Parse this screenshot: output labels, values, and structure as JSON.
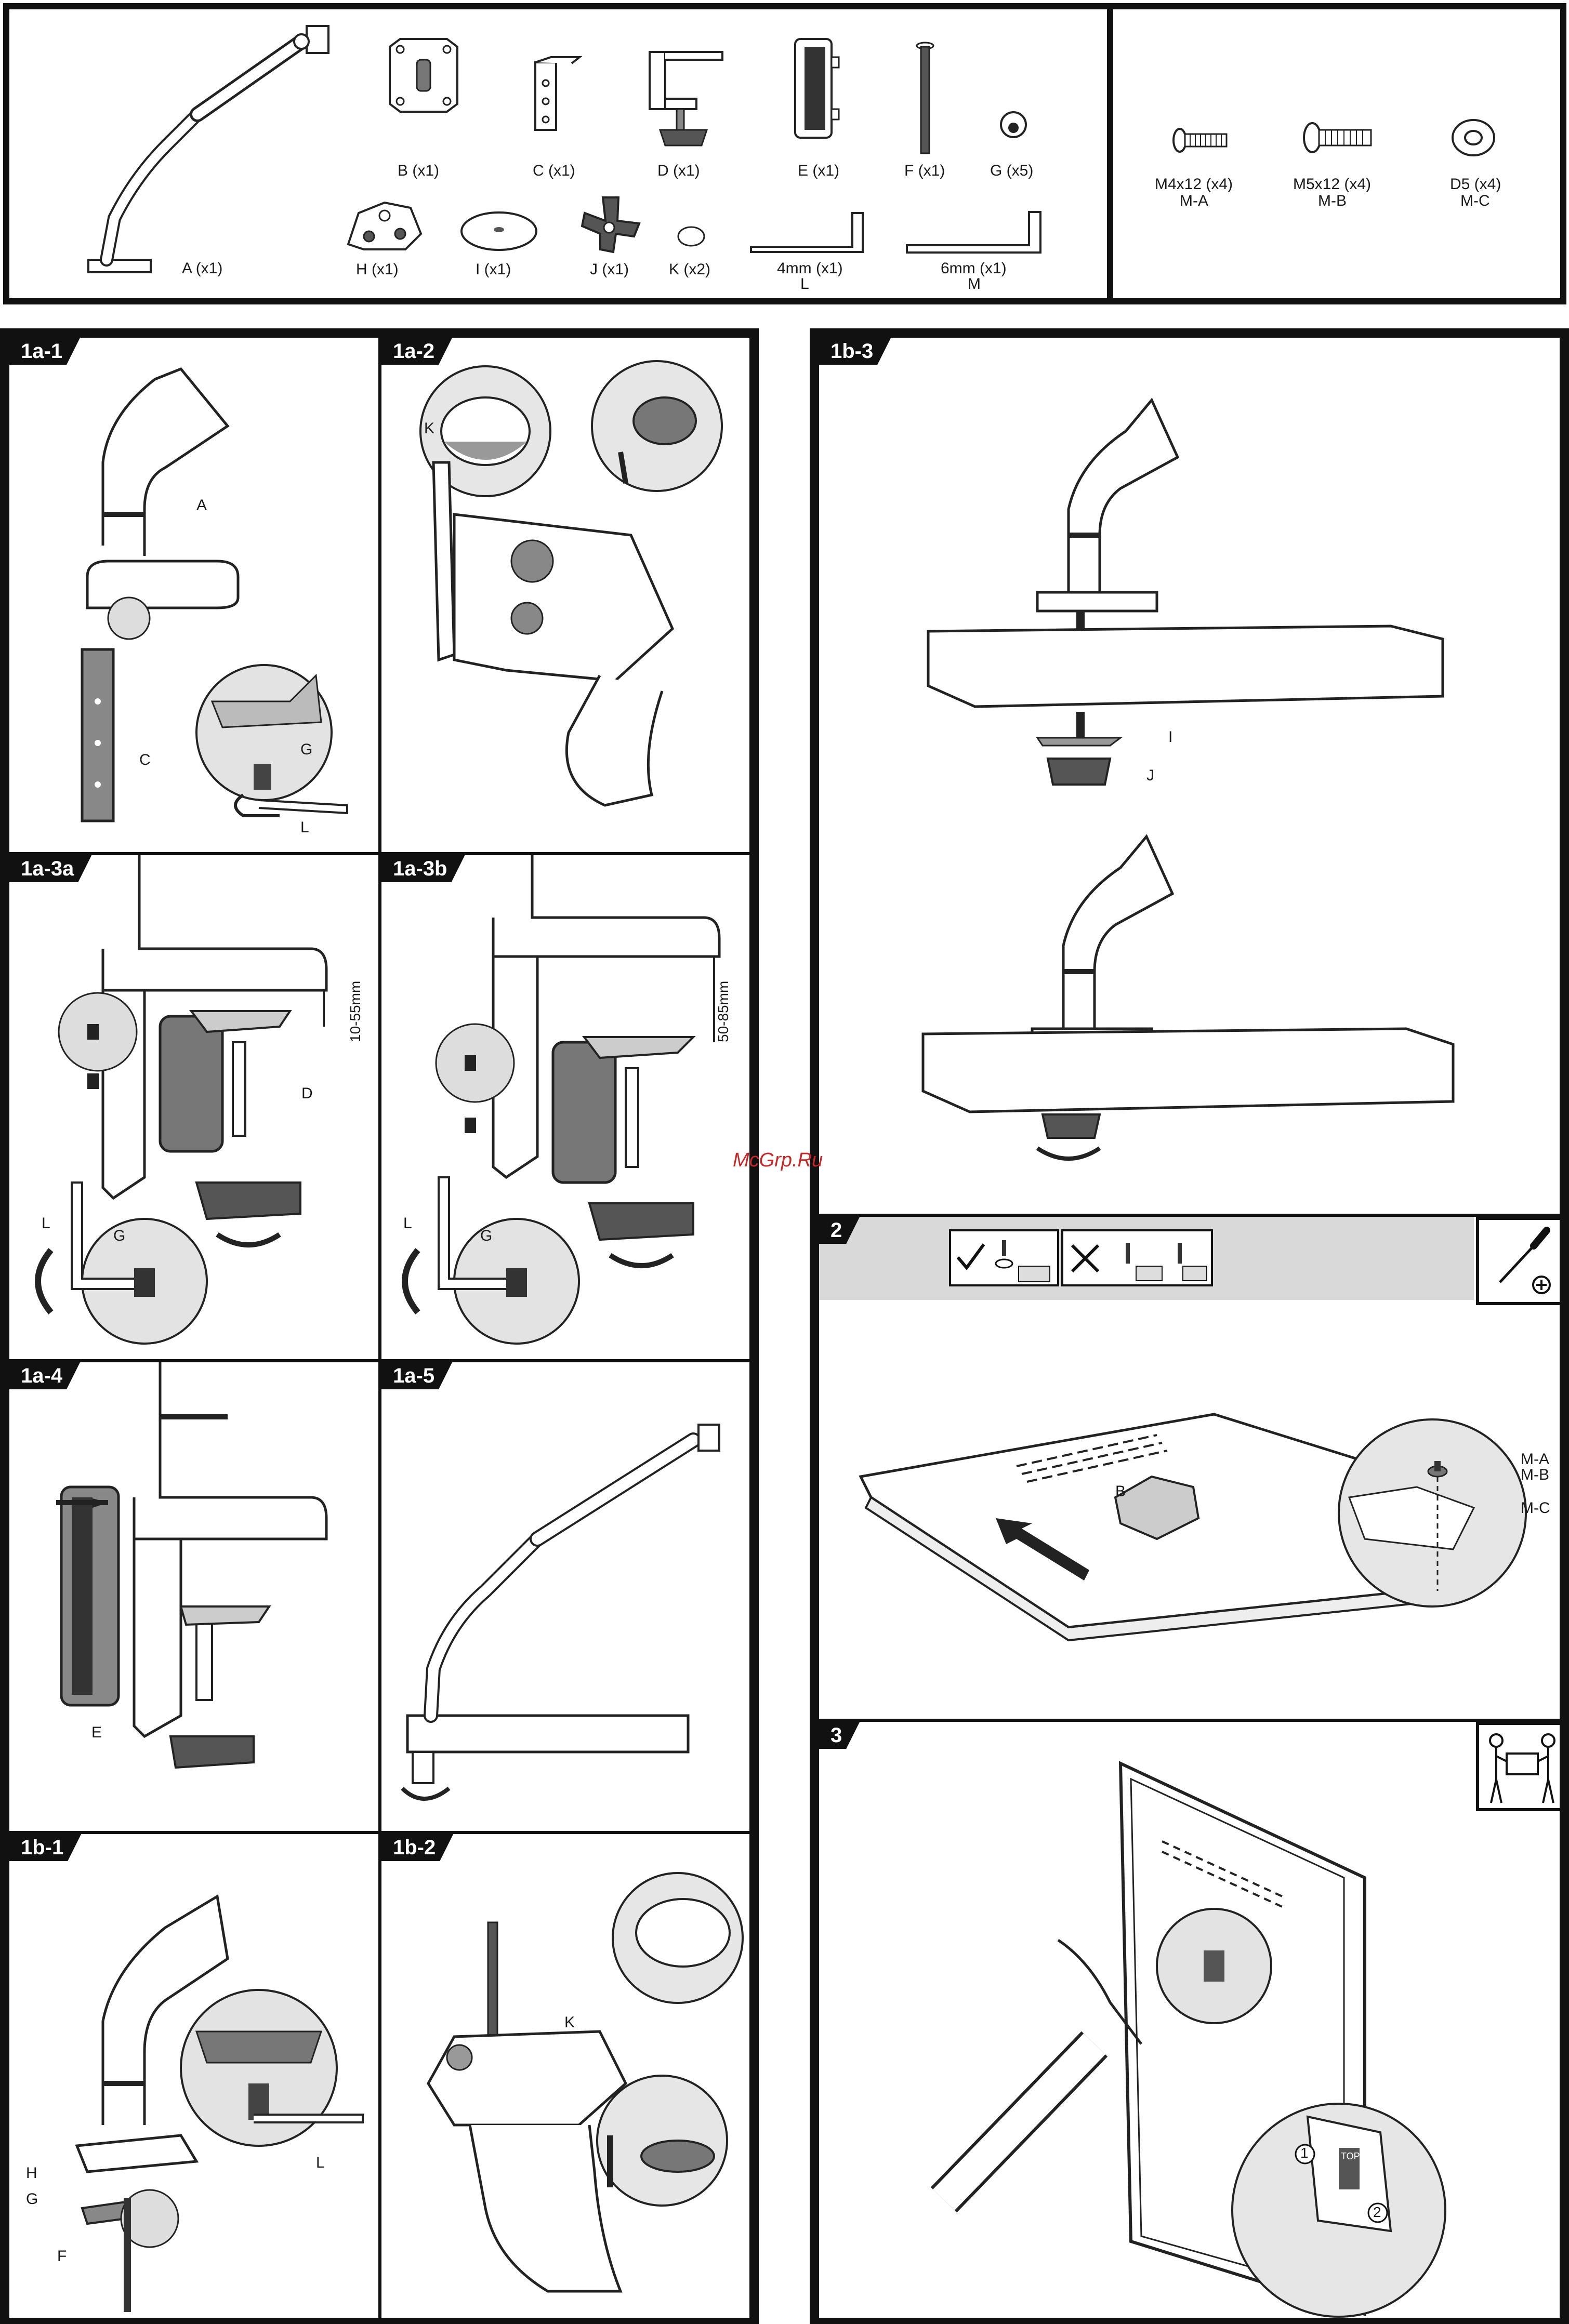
{
  "parts": {
    "a": "A (x1)",
    "b": "B (x1)",
    "c": "C (x1)",
    "d": "D (x1)",
    "e": "E (x1)",
    "f": "F (x1)",
    "g": "G (x5)",
    "h": "H (x1)",
    "i": "I (x1)",
    "j": "J (x1)",
    "k": "K (x2)",
    "l1": "4mm (x1)",
    "l2": "L",
    "m1": "6mm (x1)",
    "m2": "M"
  },
  "screws": {
    "ma1": "M4x12 (x4)",
    "ma2": "M-A",
    "mb1": "M5x12 (x4)",
    "mb2": "M-B",
    "mc1": "D5 (x4)",
    "mc2": "M-C"
  },
  "steps": {
    "s1a1": "1a-1",
    "s1a2": "1a-2",
    "s1a3a": "1a-3a",
    "s1a3b": "1a-3b",
    "s1a4": "1a-4",
    "s1a5": "1a-5",
    "s1b1": "1b-1",
    "s1b2": "1b-2",
    "s1b3": "1b-3",
    "s2": "2",
    "s3": "3"
  },
  "callouts": {
    "a": "A",
    "c": "C",
    "g": "G",
    "l": "L",
    "k": "K",
    "d": "D",
    "e": "E",
    "h": "H",
    "f": "F",
    "i": "I",
    "j": "J",
    "b": "B",
    "ma": "M-A",
    "mb": "M-B",
    "mc": "M-C",
    "dim1": "10-55mm",
    "dim2": "50-85mm",
    "c1": "1",
    "c2": "2",
    "top": "TOP"
  },
  "watermark": "McGrp.Ru"
}
